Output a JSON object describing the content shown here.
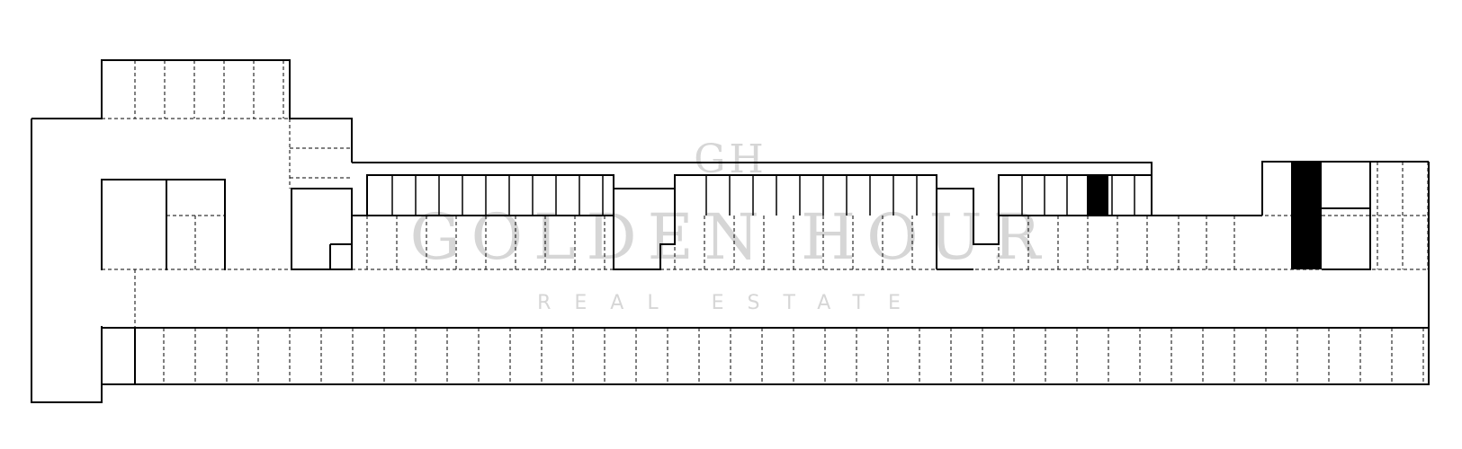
{
  "watermark": {
    "monogram": "GH",
    "brand": "GOLDEN HOUR",
    "tagline": "REAL ESTATE",
    "color": "#d6d6d6"
  },
  "colors": {
    "wall": "#000000",
    "divider": "#000000",
    "highlight": "#000000",
    "background": "#ffffff"
  }
}
